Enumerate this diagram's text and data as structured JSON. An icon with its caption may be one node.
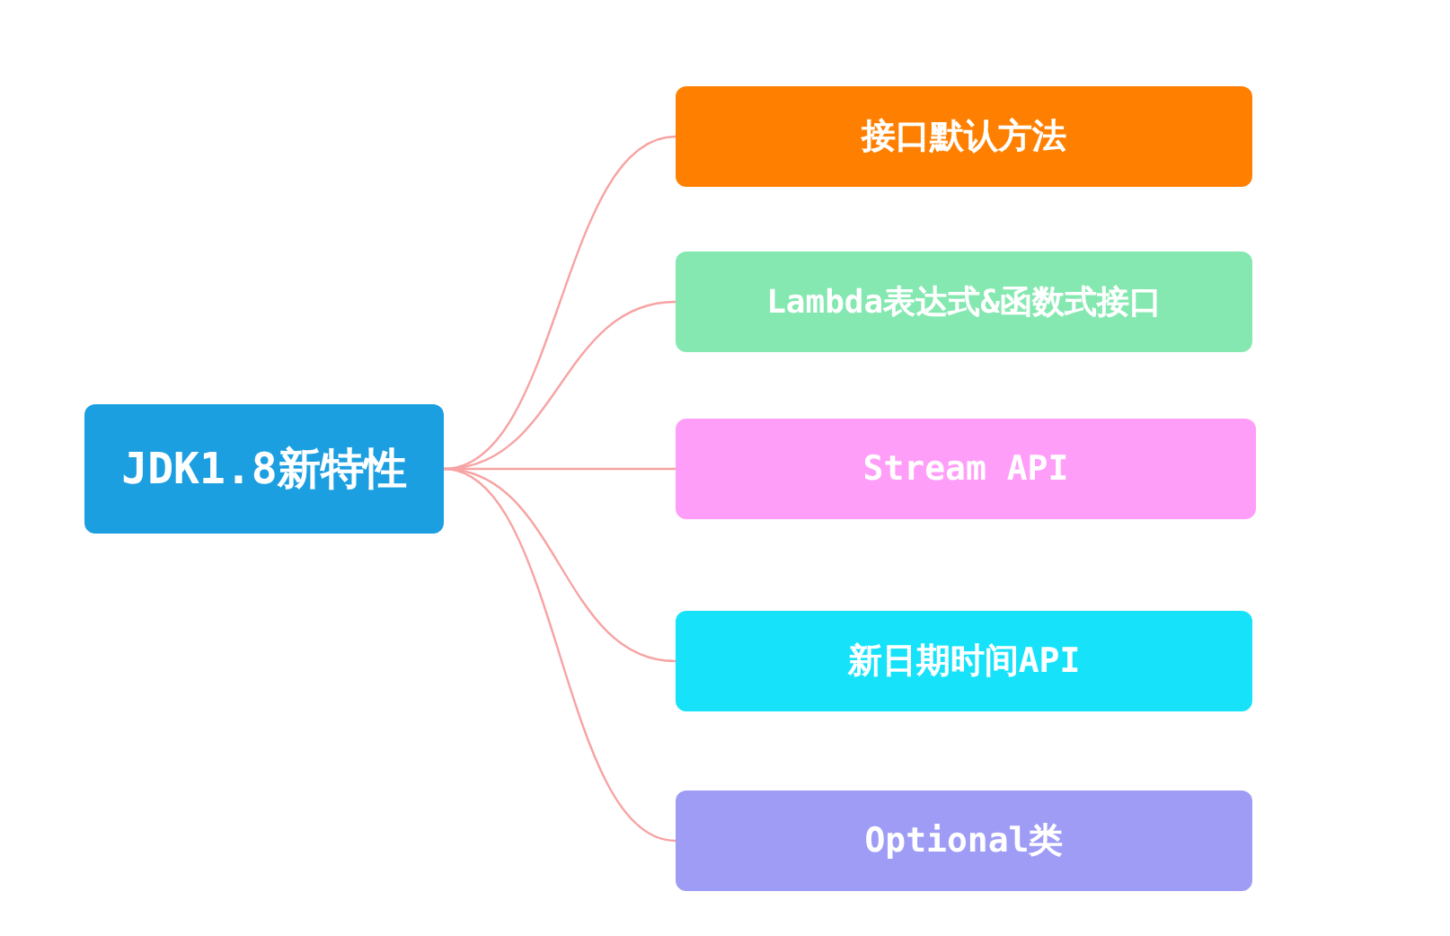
{
  "diagram": {
    "nodes": [
      {
        "text": [
          "JDK1.8新特性"
        ]
      },
      {
        "text": [
          "接口默认方法"
        ]
      },
      {
        "text": [
          "Lambda表达式&函数式接口"
        ]
      },
      {
        "text": [
          "Stream API"
        ]
      },
      {
        "text": [
          "新日期时间API"
        ]
      },
      {
        "text": [
          "Optional类"
        ]
      }
    ],
    "edges": [
      {
        "from": 0,
        "to": 1,
        "arrow": "none"
      },
      {
        "from": 0,
        "to": 2,
        "arrow": "none"
      },
      {
        "from": 0,
        "to": 3,
        "arrow": "none"
      },
      {
        "from": 0,
        "to": 4,
        "arrow": "none"
      },
      {
        "from": 0,
        "to": 5,
        "arrow": "none"
      }
    ]
  }
}
